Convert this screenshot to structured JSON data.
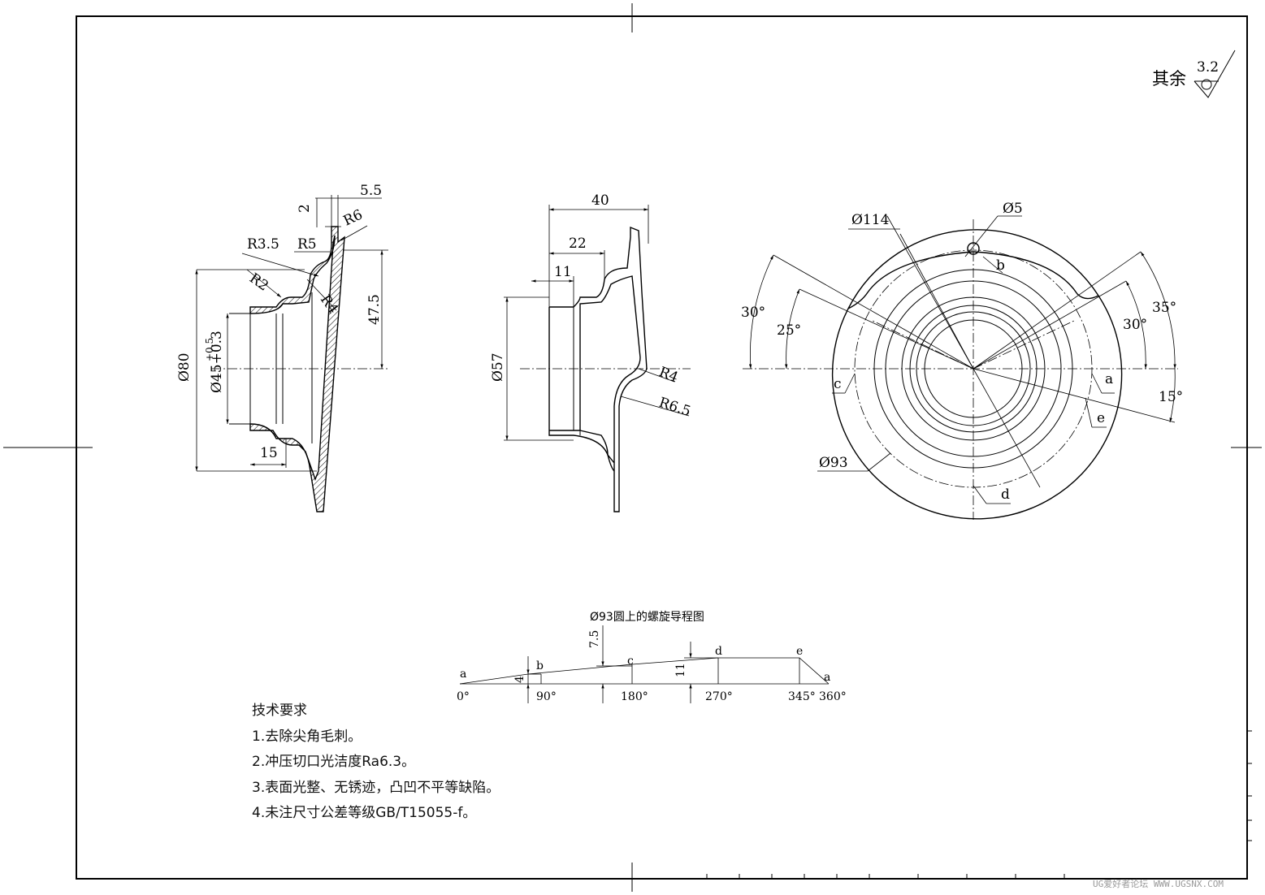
{
  "roughness": {
    "label": "其余",
    "value": "3.2"
  },
  "view1": {
    "dims": [
      "5.5",
      "2",
      "R6",
      "R3.5",
      "R5",
      "R2",
      "R4",
      "47.5",
      "Ø80",
      "Ø45+0.3",
      "+0.5",
      "15"
    ]
  },
  "view2": {
    "dims": [
      "40",
      "22",
      "11",
      "Ø57",
      "R4",
      "R6.5"
    ]
  },
  "view3": {
    "dims": [
      "Ø114",
      "Ø5",
      "b",
      "30°",
      "25°",
      "35°",
      "30°",
      "c",
      "a",
      "15°",
      "e",
      "Ø93",
      "d"
    ]
  },
  "lead_chart": {
    "title": "Ø93圆上的螺旋导程图",
    "point_labels": [
      "a",
      "b",
      "c",
      "d",
      "e",
      "a"
    ],
    "angles": [
      "0°",
      "90°",
      "180°",
      "270°",
      "345°",
      "360°"
    ],
    "dims": [
      "7.5",
      "4",
      "11"
    ]
  },
  "notes": {
    "title": "技术要求",
    "items": [
      "1.去除尖角毛刺。",
      "2.冲压切口光洁度Ra6.3。",
      "3.表面光整、无锈迹，凸凹不平等缺陷。",
      "4.未注尺寸公差等级GB/T15055-f。"
    ]
  },
  "watermark": "UG爱好者论坛 WWW.UGSNX.COM"
}
